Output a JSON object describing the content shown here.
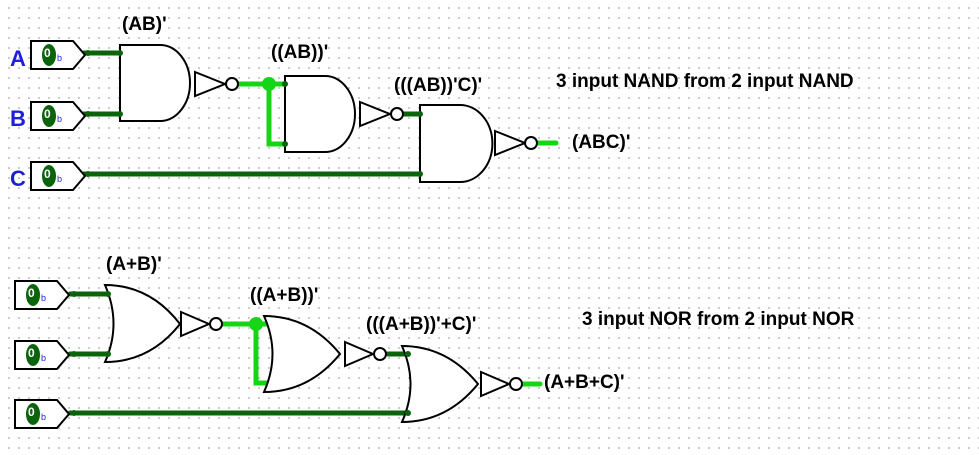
{
  "colors": {
    "wire_off": "#0b640b",
    "wire_on": "#16d416",
    "pin_label": "#1e1edc",
    "text": "#000000"
  },
  "nand_circuit": {
    "title": "3 input NAND from 2 input NAND",
    "input_labels": [
      "A",
      "B",
      "C"
    ],
    "input_value": "0",
    "input_radix": "b",
    "gate_labels": [
      "(AB)'",
      "((AB))'",
      "(((AB))'C)'"
    ],
    "output_label": "(ABC)'"
  },
  "nor_circuit": {
    "title": "3 input NOR from 2 input NOR",
    "input_value": "0",
    "input_radix": "b",
    "gate_labels": [
      "(A+B)'",
      "((A+B))'",
      "(((A+B))'+C)'"
    ],
    "output_label": "(A+B+C)'"
  }
}
